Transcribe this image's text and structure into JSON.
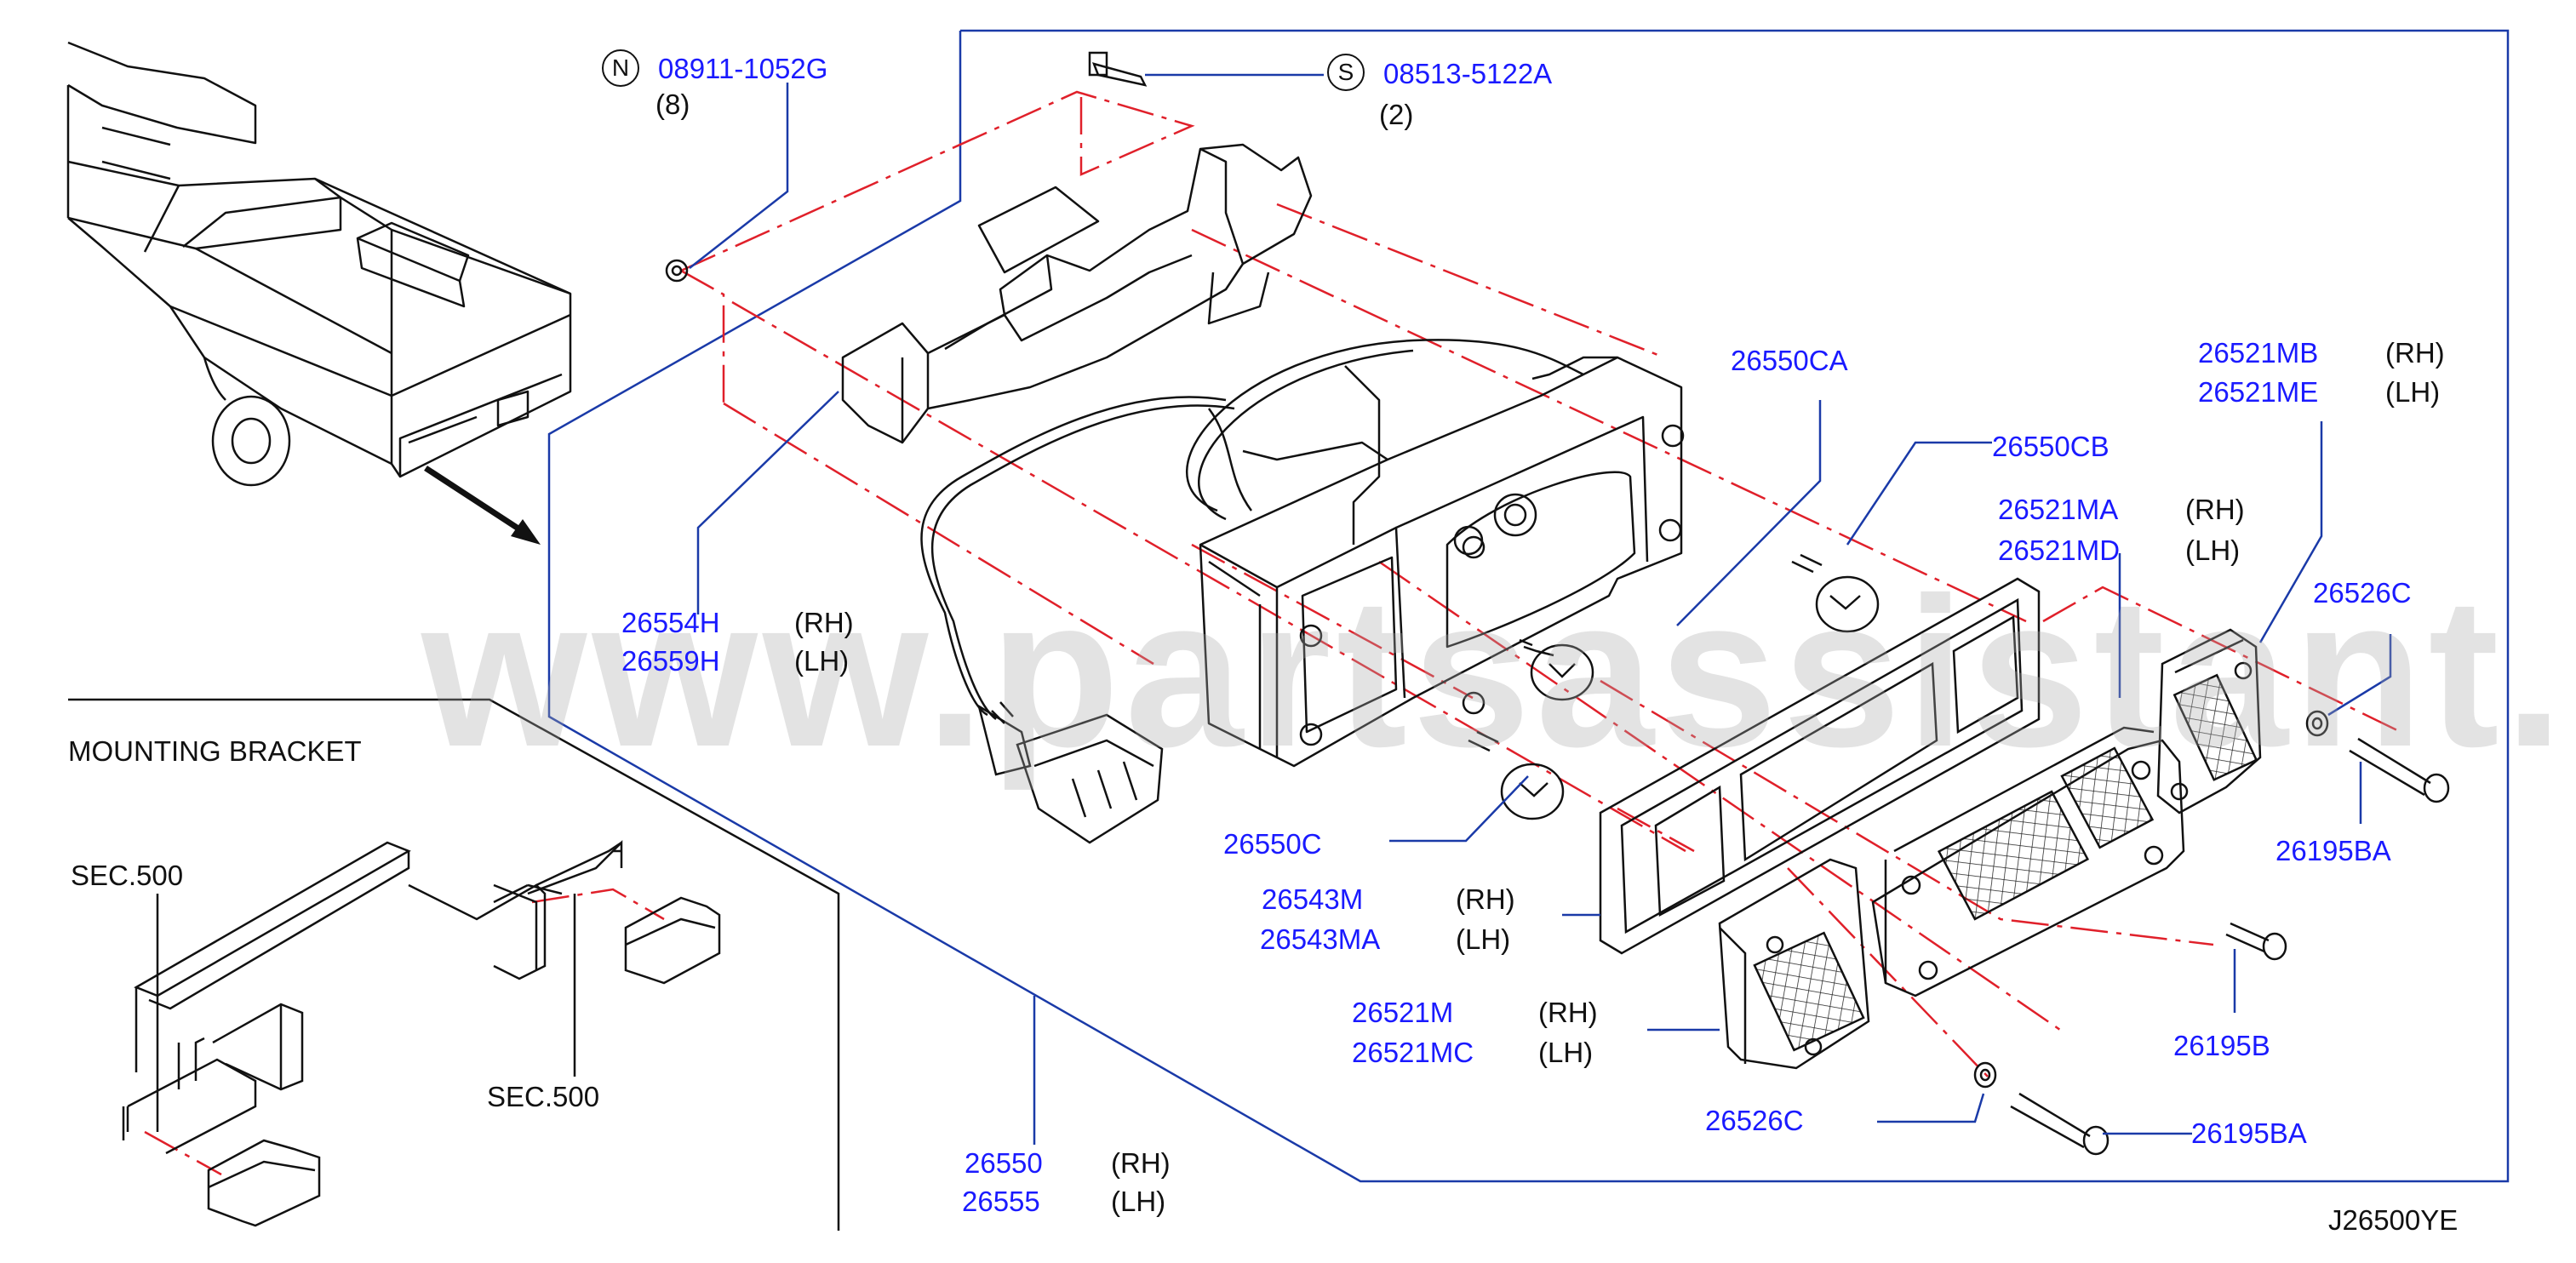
{
  "watermark": "www.partsassistant.com",
  "diagram_code": "J26500YE",
  "inset_title": "MOUNTING  BRACKET",
  "inset_refs": [
    "SEC.500",
    "SEC.500"
  ],
  "fasteners": {
    "nut": {
      "symbol": "N",
      "part": "08911-1052G",
      "qty": "(8)"
    },
    "screw": {
      "symbol": "S",
      "part": "08513-5122A",
      "qty": "(2)"
    }
  },
  "labels": {
    "p26554H": "26554H",
    "p26559H": "26559H",
    "p26550CA": "26550CA",
    "p26550CB": "26550CB",
    "p26550C": "26550C",
    "p26521MB": "26521MB",
    "p26521ME": "26521ME",
    "p26521MA": "26521MA",
    "p26521MD": "26521MD",
    "p26526C_top": "26526C",
    "p26195BA_top": "26195BA",
    "p26543M": "26543M",
    "p26543MA": "26543MA",
    "p26521M": "26521M",
    "p26521MC": "26521MC",
    "p26195B": "26195B",
    "p26526C_bot": "26526C",
    "p26195BA_bot": "26195BA",
    "p26550": "26550",
    "p26555": "26555",
    "rh": "(RH)",
    "lh": "(LH)"
  },
  "colors": {
    "part_number": "#1a1aff",
    "leader": "#1a3aa8",
    "phantom": "#e0202a",
    "ink": "#111111"
  }
}
